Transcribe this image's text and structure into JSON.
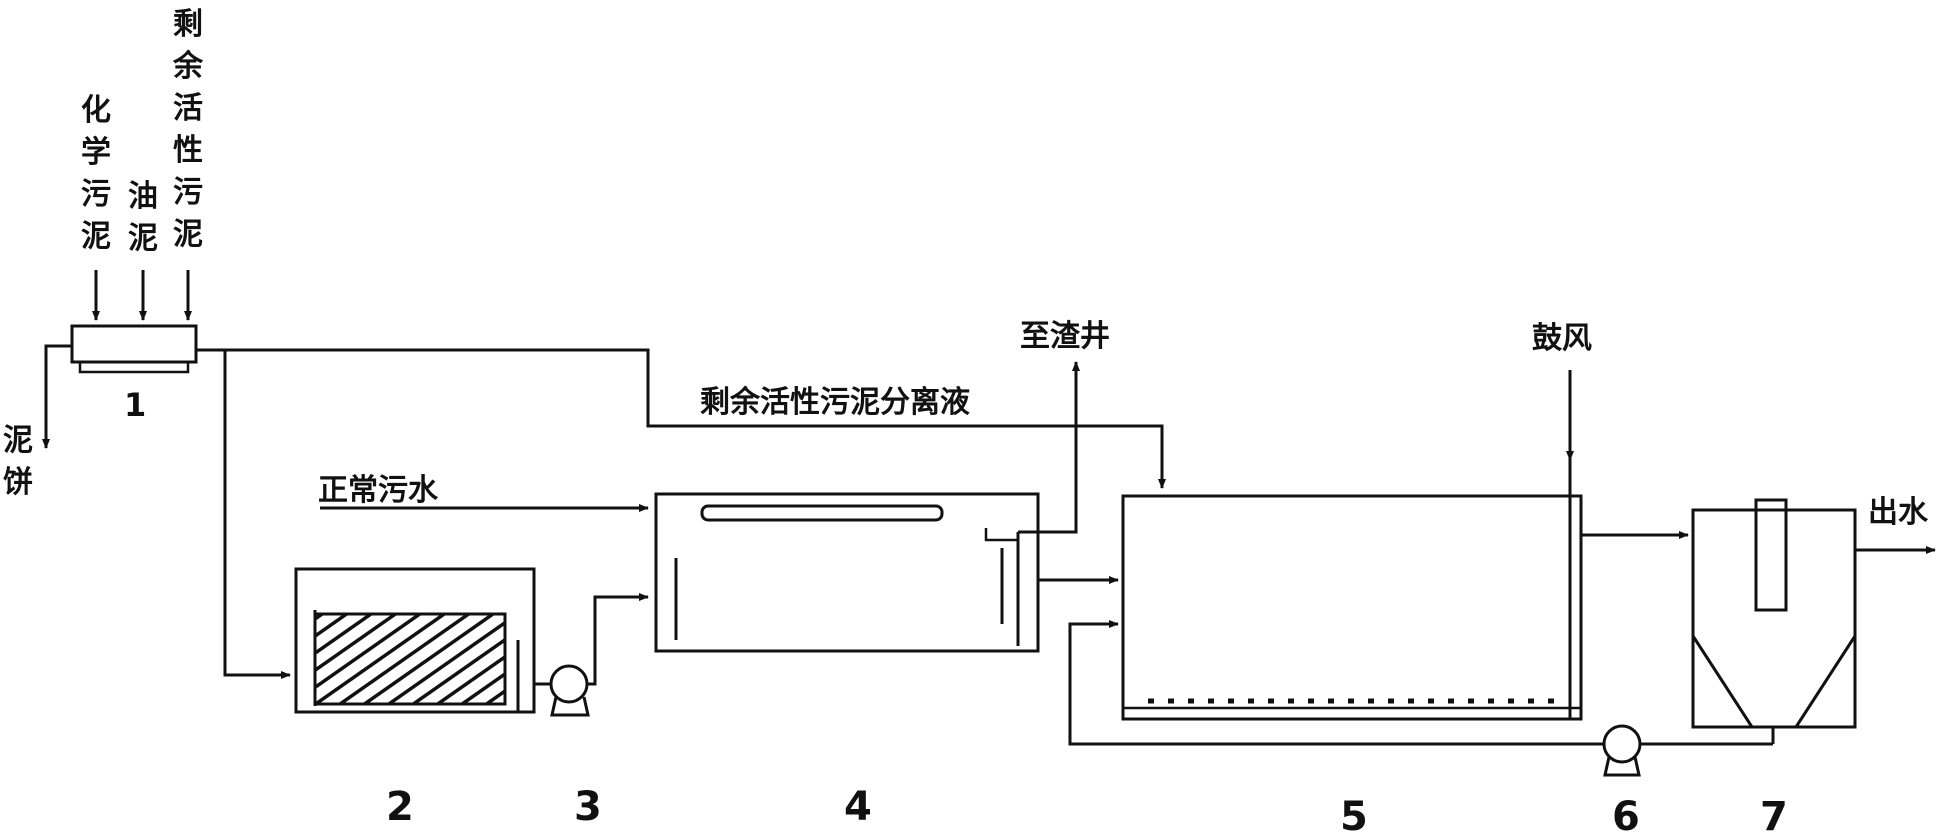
{
  "inputs": {
    "chemical_sludge": "化学污泥",
    "oil_sludge": "油泥",
    "excess_activated_sludge": "剩余活性污泥"
  },
  "outputs": {
    "sludge_cake": "泥饼",
    "to_residue_well": "至渣井",
    "blower": "鼓风",
    "effluent": "出水"
  },
  "flows": {
    "separation_liquid": "剩余活性污泥分离液",
    "normal_sewage": "正常污水"
  },
  "unit_numbers": [
    "1",
    "2",
    "3",
    "4",
    "5",
    "6",
    "7"
  ],
  "colors": {
    "line": "#111111",
    "background": "#ffffff"
  }
}
